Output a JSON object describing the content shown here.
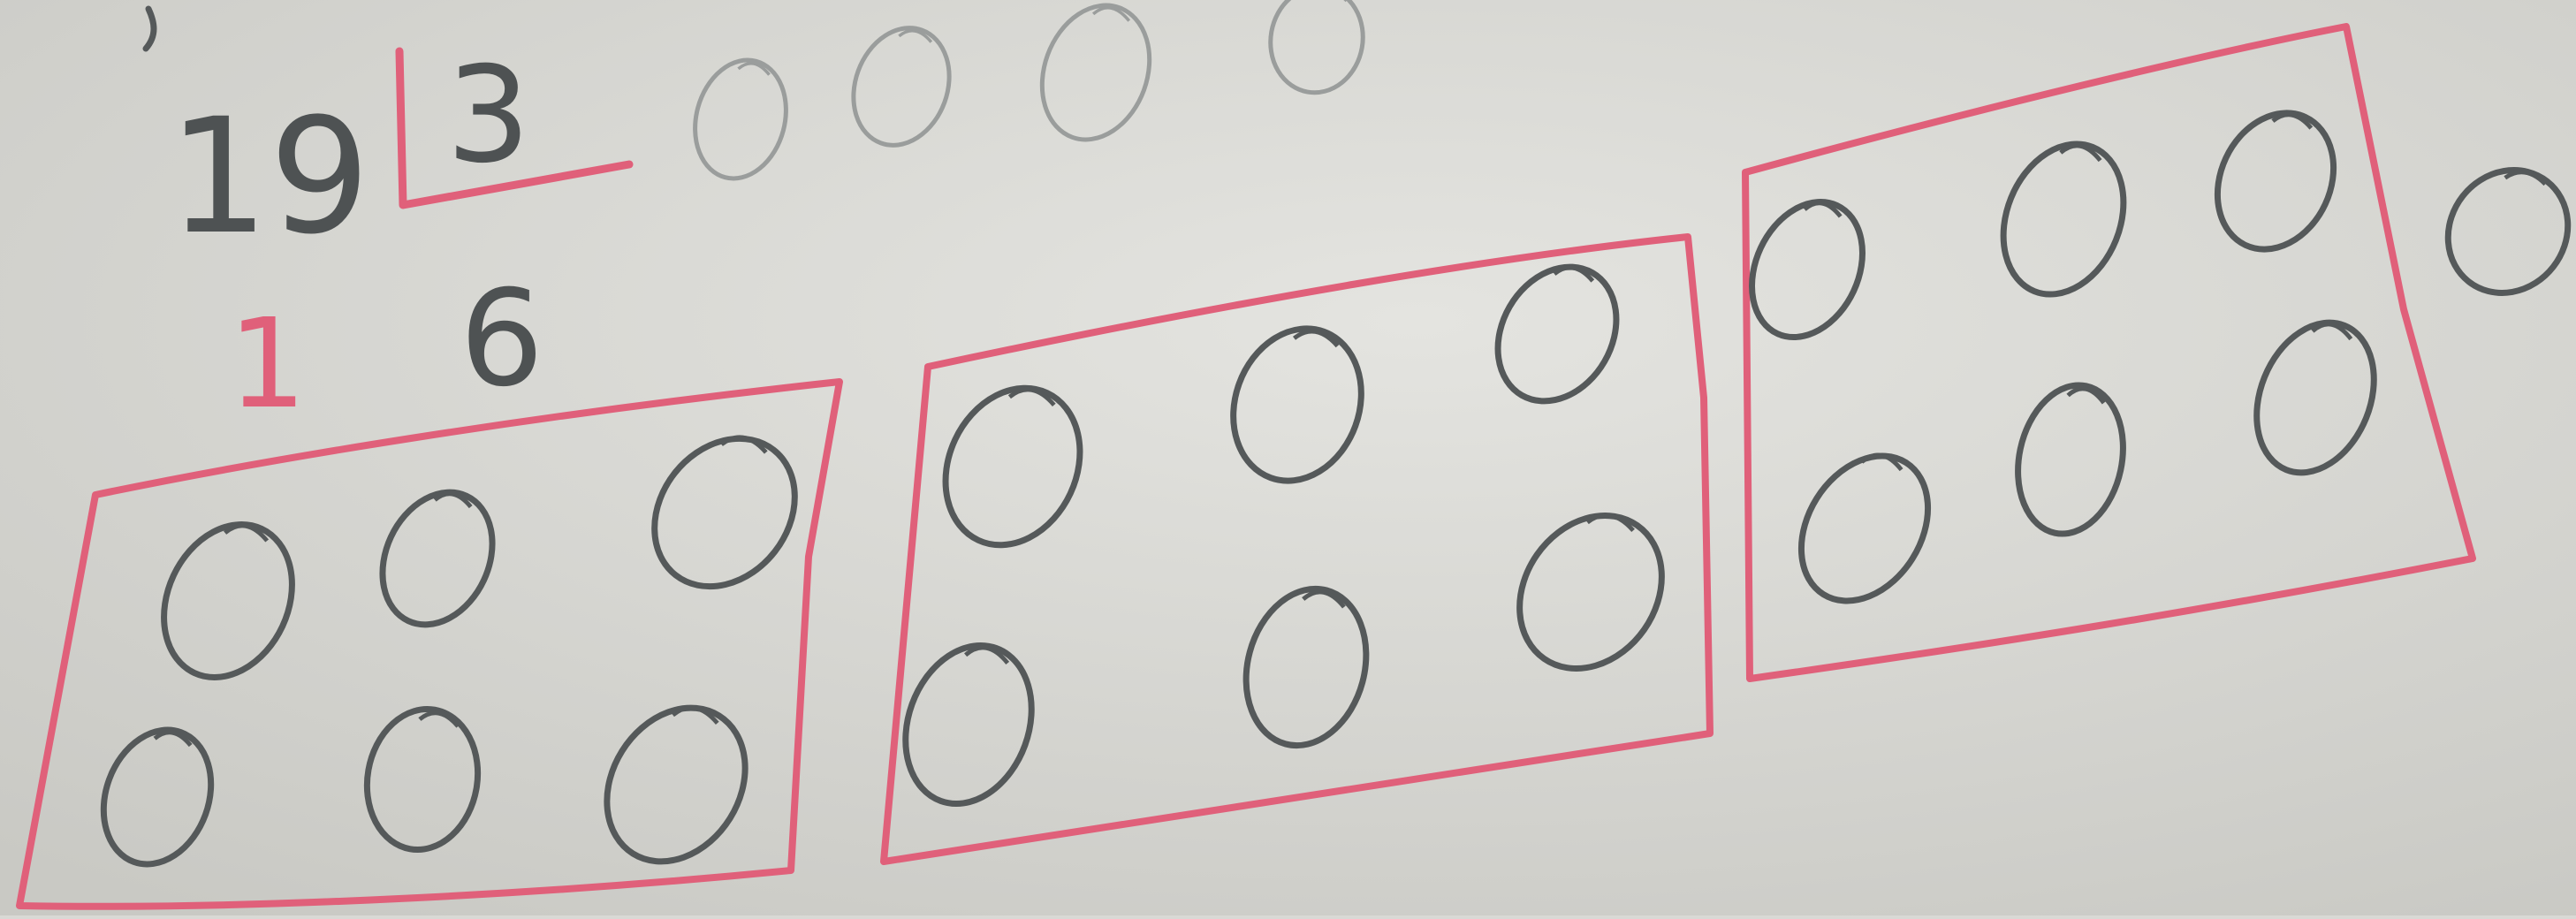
{
  "paper": {
    "colors": {
      "paper": "#d8d8d4",
      "paper_light": "#e4e4e0",
      "pencil": "#55595a",
      "pencil_light": "#9a9d9c",
      "red_pen": "#e0607a"
    }
  },
  "division": {
    "dividend": "19",
    "divisor": "3",
    "quotient": "6",
    "remainder": "1"
  },
  "drawing": {
    "group_count": 3,
    "circles_per_group": 6,
    "grouped_circles": 18,
    "leftover_circles": 1,
    "faded_circles": 4,
    "icons": [
      "pencil-circle-icon",
      "red-pen-group-box"
    ]
  }
}
